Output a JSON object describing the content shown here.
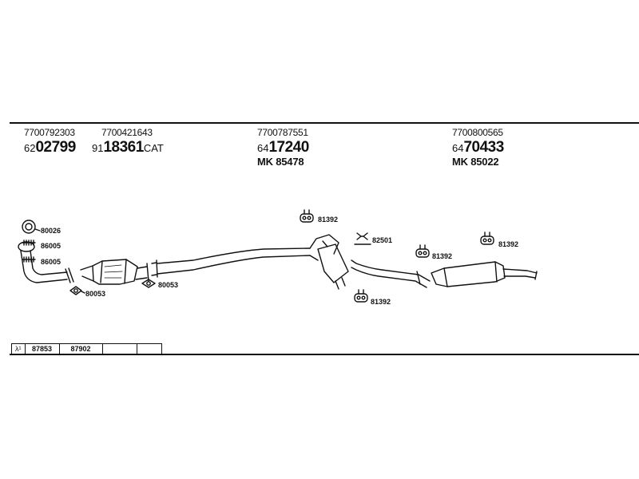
{
  "headers": [
    {
      "oem": "7700792303",
      "prefix": "62",
      "main": "02799",
      "suffix": "",
      "mk": ""
    },
    {
      "oem": "7700421643",
      "prefix": "91",
      "main": "18361",
      "suffix": "CAT",
      "mk": ""
    },
    {
      "oem": "7700787551",
      "prefix": "64",
      "main": "17240",
      "suffix": "",
      "mk": "MK  85478"
    },
    {
      "oem": "7700800565",
      "prefix": "64",
      "main": "70433",
      "suffix": "",
      "mk": "MK  85022"
    }
  ],
  "part_labels": {
    "gasket_ring": "80026",
    "spring_1": "86005",
    "spring_2": "86005",
    "flange_gasket_1": "80053",
    "flange_gasket_2": "80053",
    "hanger_1": "81392",
    "clamp": "82501",
    "hanger_2": "81392",
    "hanger_3": "81392",
    "hanger_4": "81392"
  },
  "lambda_table": {
    "symbol": "λ¹",
    "cells": [
      "87853",
      "87902",
      ""
    ]
  }
}
